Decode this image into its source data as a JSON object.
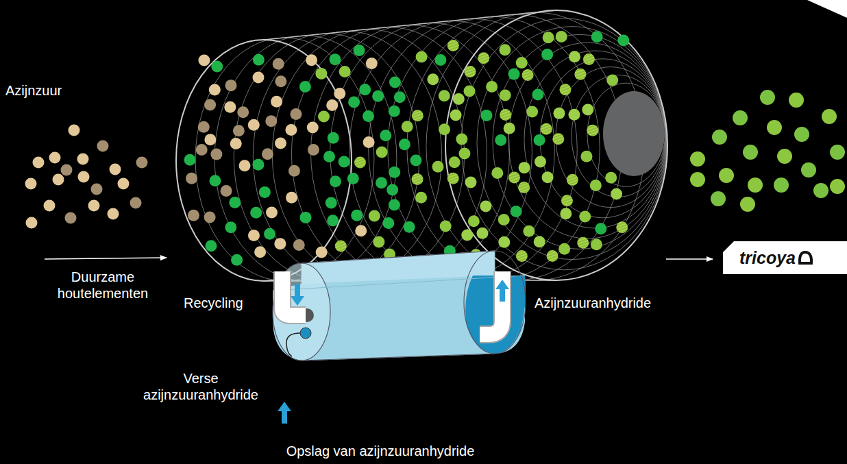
{
  "diagram": {
    "nodes": [
      {
        "text": [
          "tricoya"
        ]
      }
    ],
    "labels": [
      "Azijnzuur",
      "Duurzame houtelementen",
      "Recycling",
      "Azijnzuuranhydride",
      "Verse azijnzuuranhydride",
      "Opslag van azijnzuuranhydride"
    ]
  }
}
